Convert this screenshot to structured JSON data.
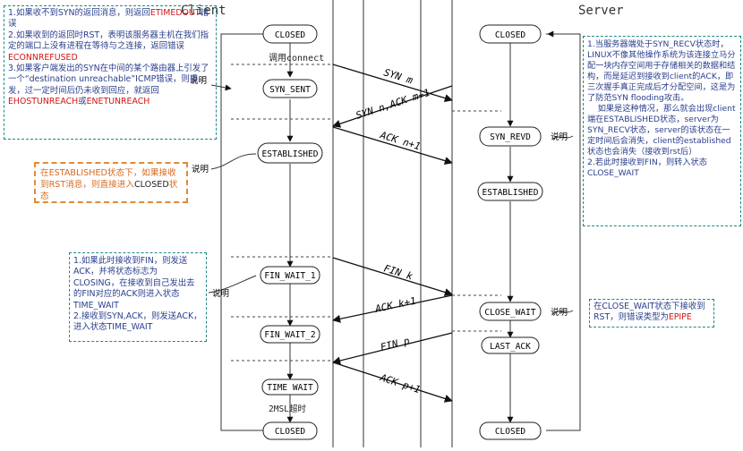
{
  "headers": {
    "client": "Client",
    "server": "Server"
  },
  "client_states": [
    "CLOSED",
    "SYN_SENT",
    "ESTABLISHED",
    "FIN_WAIT_1",
    "FIN_WAIT_2",
    "TIME WAIT",
    "CLOSED"
  ],
  "server_states": [
    "CLOSED",
    "SYN_REVD",
    "ESTABLISHED",
    "CLOSE_WAIT",
    "LAST_ACK",
    "CLOSED"
  ],
  "messages": {
    "syn": "SYN m",
    "synack": "SYN n,ACK m+1",
    "ack1": "ACK n+1",
    "fin1": "FIN k",
    "ack2": "ACK k+1",
    "fin2": "FIN p",
    "ack3": "ACK p+1"
  },
  "labels": {
    "connect": "调用connect",
    "twomsl": "2MSL超时",
    "explain1": "说明",
    "explain2": "说明",
    "explain3": "说明",
    "explain4": "说明",
    "explain5": "说明"
  },
  "notes": {
    "client_top": {
      "l1a": "1.如果收不到SYN的返回消息，则返回",
      "l1b": "ETIMEDOUT",
      "l1c": "错误",
      "l2a": "2.如果收到的返回时RST，表明该服务器主机在我们指定的端口上没有进程在等待与之连接，返回错误",
      "l2b": "ECONNREFUSED",
      "l3a": "3.如果客户端发出的SYN在中间的某个路由器上引发了一个“destination unreachable”ICMP错误，则重发，过一定时间后仍未收到回应，就返回",
      "l3b": "EHOSTUNREACH",
      "l3c": "或",
      "l3d": "ENETUNREACH"
    },
    "client_mid": {
      "a": "在ESTABLISHED状态下，如果接收到RST消息，则直接进入",
      "b": "CLOSED",
      "c": "状态"
    },
    "client_bottom": "1.如果此时接收到FIN，则发送ACK，并将状态标志为CLOSING，在接收到自己发出去的FIN对应的ACK则进入状态TIME_WAIT\n2.接收到SYN,ACK，则发送ACK，进入状态TIME_WAIT",
    "server_top": "1.当服务器端处于SYN_RECV状态时，LINUX不像其他操作系统为该连接立马分配一块内存空间用于存储相关的数据和结构，而是延迟到接收到client的ACK，即三次握手真正完成后才分配空间，这是为了防范SYN flooding攻击。\n    如果是这种情况，那么就会出现client端在ESTABLISHED状态，server为SYN_RECV状态，server的该状态在一定时间后会消失，client的established状态也会消失（接收到rst后）\n2.若此时接收到FIN，则转入状态CLOSE_WAIT",
    "server_bottom": {
      "a": "在CLOSE_WAIT状态下接收到RST，则错误类型为",
      "b": "EPIPE"
    }
  }
}
